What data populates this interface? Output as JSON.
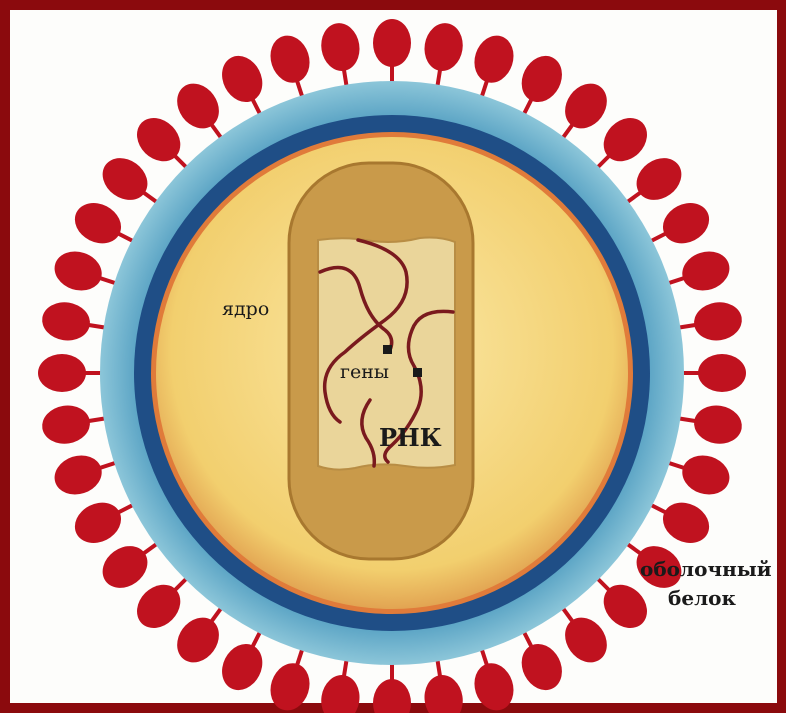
{
  "labels": {
    "nucleus": "ядро",
    "genes": "гены",
    "rna": "РНК",
    "coat_protein_line1": "оболочный",
    "coat_protein_line2": "белок"
  },
  "colors": {
    "frame": "#8b0a0d",
    "spike": "#c0121f",
    "outer_ring": "#4d9cc0",
    "inner_ring": "#1f4e86",
    "cytoplasm": "#f2d176",
    "capsule": "#c99a4a",
    "core": "#ead59a",
    "rna_strand": "#7a1a1e"
  }
}
